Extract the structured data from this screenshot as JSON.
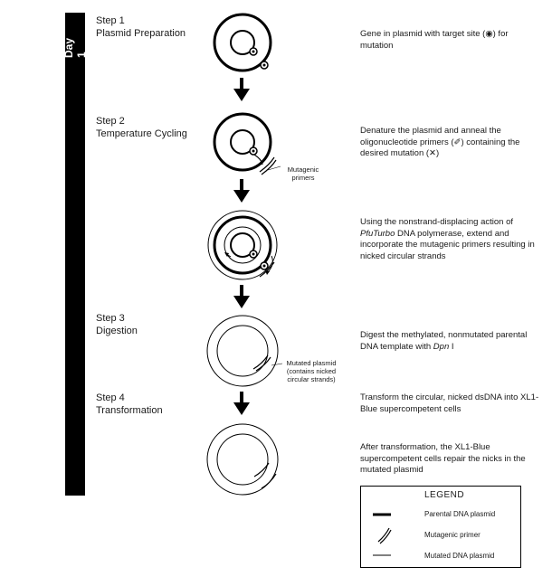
{
  "day_label": "Day 1",
  "steps": [
    {
      "number": "Step 1",
      "title": "Plasmid Preparation"
    },
    {
      "number": "Step 2",
      "title": "Temperature Cycling"
    },
    {
      "number": "Step 3",
      "title": "Digestion"
    },
    {
      "number": "Step 4",
      "title": "Transformation"
    }
  ],
  "descriptions": {
    "d1": "Gene in plasmid with target site (◉) for mutation",
    "d2": "Denature the plasmid and anneal the oligonucleotide primers (✐) containing the desired mutation (✕)",
    "d3_a": "Using the nonstrand-displacing action of ",
    "d3_em": "PfuTurbo",
    "d3_b": " DNA polymerase, extend and incorporate the mutagenic primers resulting in nicked circular strands",
    "d4_a": "Digest the methylated, nonmutated parental DNA template with ",
    "d4_em": "Dpn",
    "d4_b": " I",
    "d5": "Transform the circular, nicked dsDNA into XL1-Blue supercompetent cells",
    "d6": "After transformation, the XL1-Blue supercompetent cells repair the nicks in the mutated plasmid"
  },
  "callouts": {
    "mutagenic_primers": "Mutagenic primers",
    "mutated_plasmid": "Mutated plasmid (contains nicked circular strands)"
  },
  "legend": {
    "title": "LEGEND",
    "items": [
      "Parental DNA plasmid",
      "Mutagenic primer",
      "Mutated DNA plasmid"
    ]
  }
}
